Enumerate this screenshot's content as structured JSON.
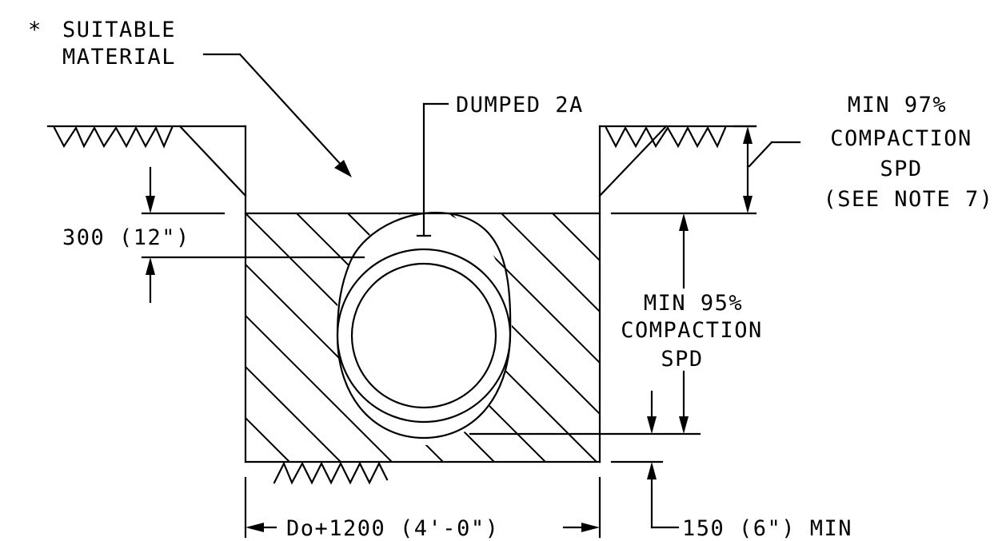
{
  "labels": {
    "asterisk": "*",
    "suitable_line1": "SUITABLE",
    "suitable_line2": "MATERIAL",
    "dumped": "DUMPED 2A",
    "min97_line1": "MIN 97%",
    "min97_line2": "COMPACTION",
    "min97_line3": "SPD",
    "min97_line4": "(SEE NOTE 7)",
    "cover_dim": "300 (12\")",
    "min95_line1": "MIN 95%",
    "min95_line2": "COMPACTION",
    "min95_line3": "SPD",
    "width_dim": "Do+1200 (4'-0\")",
    "bedding_dim": "150 (6\") MIN"
  },
  "colors": {
    "line": "#000000",
    "background": "#ffffff"
  }
}
